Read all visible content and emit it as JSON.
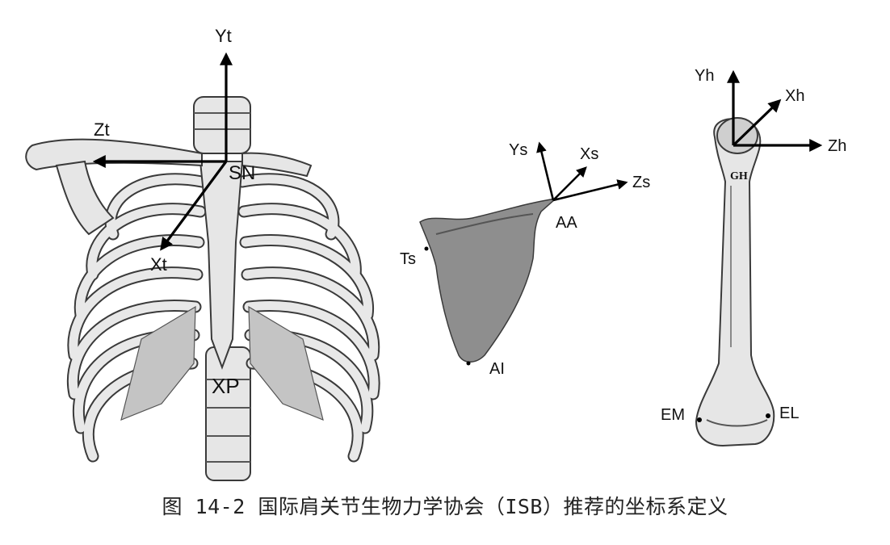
{
  "figure": {
    "caption": "图 14-2 国际肩关节生物力学协会（ISB）推荐的坐标系定义",
    "thorax": {
      "axis_labels": {
        "y": "Yt",
        "z": "Zt",
        "x": "Xt"
      },
      "landmarks": {
        "sternal_notch": "SN",
        "xiphoid": "XP"
      }
    },
    "scapula": {
      "axis_labels": {
        "y": "Ys",
        "x": "Xs",
        "z": "Zs"
      },
      "landmarks": {
        "acromial_angle": "AA",
        "trigonum": "Ts",
        "inferior_angle": "AI"
      }
    },
    "humerus": {
      "axis_labels": {
        "y": "Yh",
        "x": "Xh",
        "z": "Zh"
      },
      "landmarks": {
        "glenohumeral": "GH",
        "medial_epicondyle": "EM",
        "lateral_epicondyle": "EL"
      }
    }
  }
}
